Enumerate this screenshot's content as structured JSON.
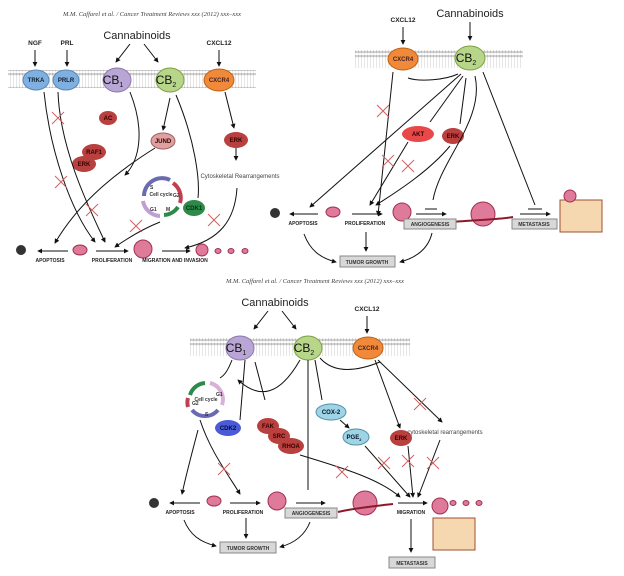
{
  "panels": [
    {
      "id": "panel-a",
      "citation": "M.M. Caffarel et al. / Cancer Treatment Reviews xxx (2012) xxx–xxx",
      "ligands": [
        "NGF",
        "PRL",
        "Cannabinoids",
        "CXCL12"
      ],
      "receptors": [
        "TRKA",
        "PRLR",
        "CB",
        "CB",
        "CXCR4"
      ],
      "receptor_subscripts": [
        "1",
        "2"
      ],
      "signaling_nodes": [
        "AC",
        "RAF1",
        "ERK",
        "JUND",
        "ERK",
        "CDK1"
      ],
      "cell_cycle": {
        "label": "Cell cycle",
        "phases": [
          "S",
          "G2",
          "M",
          "G1"
        ]
      },
      "process_text": "Cytoskeletal Rearrangements",
      "outcomes": [
        "APOPTOSIS",
        "PROLIFERATION",
        "MIGRATION AND INVASION"
      ]
    },
    {
      "id": "panel-b",
      "ligands": [
        "CXCL12",
        "Cannabinoids"
      ],
      "receptors": [
        "CXCR4",
        "CB"
      ],
      "receptor_subscripts": [
        "2"
      ],
      "signaling_nodes": [
        "AKT",
        "ERK"
      ],
      "outcomes": [
        "APOPTOSIS",
        "PROLIFERATION"
      ],
      "boxes": [
        "ANGIOGENESIS",
        "METASTASIS",
        "TUMOR GROWTH"
      ]
    },
    {
      "id": "panel-c",
      "citation": "M.M. Caffarel et al. / Cancer Treatment Reviews xxx (2012) xxx–xxx",
      "ligands": [
        "Cannabinoids",
        "CXCL12"
      ],
      "receptors": [
        "CB",
        "CB",
        "CXCR4"
      ],
      "receptor_subscripts": [
        "1",
        "2"
      ],
      "signaling_nodes": [
        "CDK2",
        "FAK",
        "SRC",
        "RHOA",
        "COX-2",
        "PGE",
        "ERK"
      ],
      "pge_subscript": "2",
      "cell_cycle": {
        "label": "Cell cycle",
        "phases": [
          "G1",
          "S",
          "G2"
        ]
      },
      "process_text": "cytoskeletal rearrangements",
      "outcomes": [
        "APOPTOSIS",
        "PROLIFERATION",
        "MIGRATION"
      ],
      "boxes": [
        "ANGIOGENESIS",
        "TUMOR GROWTH",
        "METASTASIS"
      ]
    }
  ],
  "colors": {
    "trka": "#7fb0e0",
    "prlr": "#7fb0e0",
    "cb1": "#b9a6d6",
    "cb2": "#b8d68a",
    "cxcr4": "#f08a3a",
    "erk": "#b8403f",
    "akt": "#e84848",
    "jund": "#e0a0a0",
    "cdk1": "#2e8a4a",
    "cdk2": "#4a5ad8",
    "cox2": "#9fd4e6",
    "cross": "#d06060",
    "box": "#d8d8d8"
  }
}
